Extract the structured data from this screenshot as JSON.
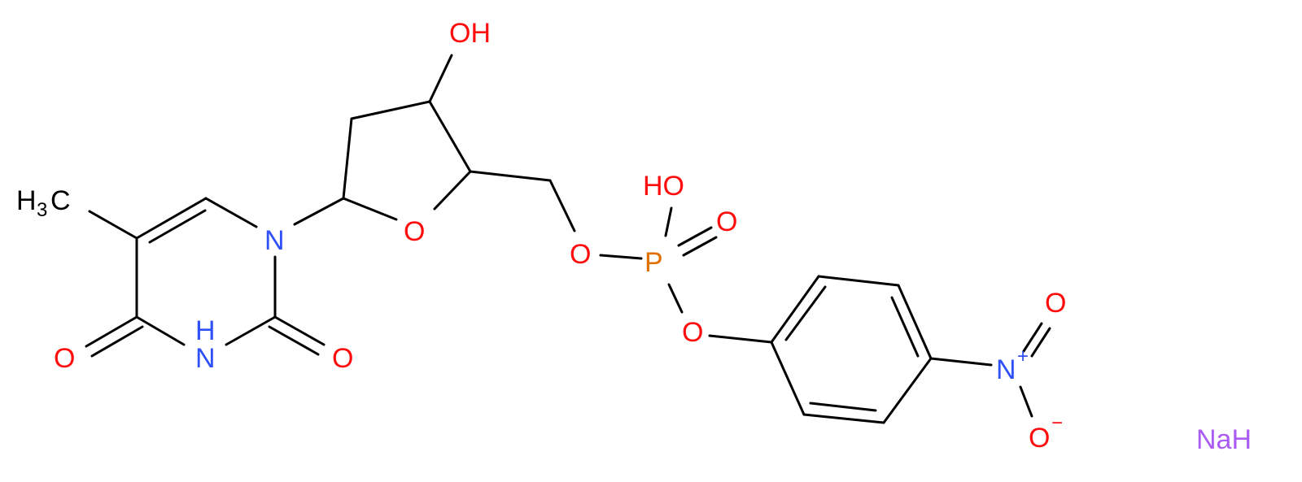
{
  "colors": {
    "bond": "#000000",
    "oxygen": "#ff0d0d",
    "nitrogen": "#3050f8",
    "phosphorus": "#e07000",
    "sodium": "#ab5cf2",
    "carbon": "#000000"
  },
  "atoms": {
    "oh_top": "OH",
    "ch3_h": "H",
    "ch3_sub": "3",
    "ch3_c": "C",
    "n1": "N",
    "nh_h": "H",
    "nh_n": "N",
    "o_c4": "O",
    "o_c2": "O",
    "o_ring": "O",
    "o_ester": "O",
    "p": "P",
    "ho_p": "HO",
    "o_p_double": "O",
    "o_aryl": "O",
    "n_nitro": "N",
    "n_plus": "+",
    "o_nitro_top": "O",
    "o_nitro_bottom": "O",
    "o_minus": "−",
    "nah": "NaH"
  }
}
